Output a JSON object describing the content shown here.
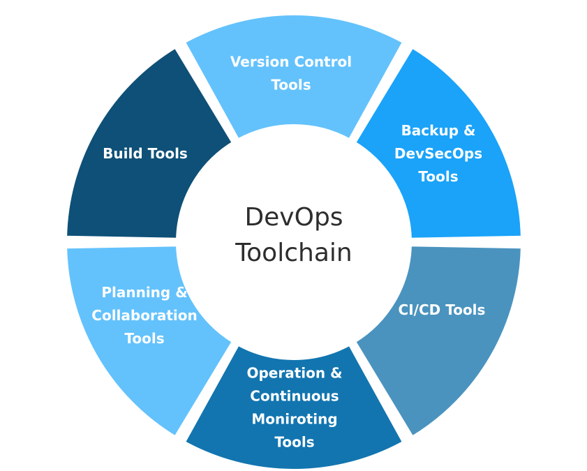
{
  "diagram": {
    "center": {
      "lines": [
        "DevOps",
        "Toolchain"
      ],
      "color": "#2d2d2d"
    },
    "segments": [
      {
        "id": "version-control",
        "lines": [
          "Version Control",
          "Tools"
        ],
        "color": "#63c2fc"
      },
      {
        "id": "backup-devsecops",
        "lines": [
          "Backup &",
          "DevSecOps",
          "Tools"
        ],
        "color": "#1aa3f9"
      },
      {
        "id": "cicd",
        "lines": [
          "CI/CD Tools"
        ],
        "color": "#4a93bf"
      },
      {
        "id": "operation-monitoring",
        "lines": [
          "Operation &",
          "Continuous",
          "Moniroting",
          "Tools"
        ],
        "color": "#1275af"
      },
      {
        "id": "planning-collaboration",
        "lines": [
          "Planning &",
          "Collaboration",
          "Tools"
        ],
        "color": "#63c2fc"
      },
      {
        "id": "build",
        "lines": [
          "Build Tools"
        ],
        "color": "#0e5077"
      }
    ]
  }
}
